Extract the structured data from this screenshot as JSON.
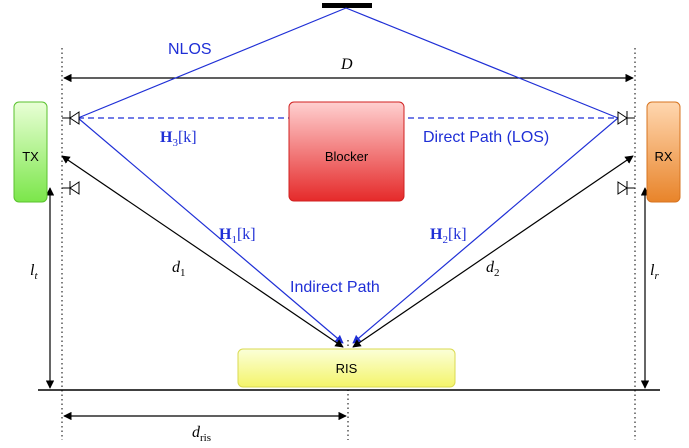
{
  "labels": {
    "nlos": "NLOS",
    "D": "D",
    "H3": "H",
    "H3_sub": "3",
    "H3_arg": "[k]",
    "direct_path": "Direct Path (LOS)",
    "blocker": "Blocker",
    "tx": "TX",
    "rx": "RX",
    "H1": "H",
    "H1_sub": "1",
    "H1_arg": "[k]",
    "H2": "H",
    "H2_sub": "2",
    "H2_arg": "[k]",
    "lt": "l",
    "lt_sub": "t",
    "lr": "l",
    "lr_sub": "r",
    "d1": "d",
    "d1_sub": "1",
    "d2": "d",
    "d2_sub": "2",
    "indirect_path": "Indirect Path",
    "ris": "RIS",
    "dris": "d",
    "dris_sub": "ris"
  },
  "colors": {
    "blue_path": "#1f2fd6",
    "black": "#000000",
    "tx_fill_top": "#e9ffd6",
    "tx_fill_bottom": "#7be64a",
    "rx_fill_top": "#ffd7b0",
    "rx_fill_bottom": "#e8842a",
    "blocker_fill_top": "#ffd0d0",
    "blocker_fill_bottom": "#e52a2a",
    "ris_fill_top": "#fbffd8",
    "ris_fill_bottom": "#f4f46a"
  }
}
